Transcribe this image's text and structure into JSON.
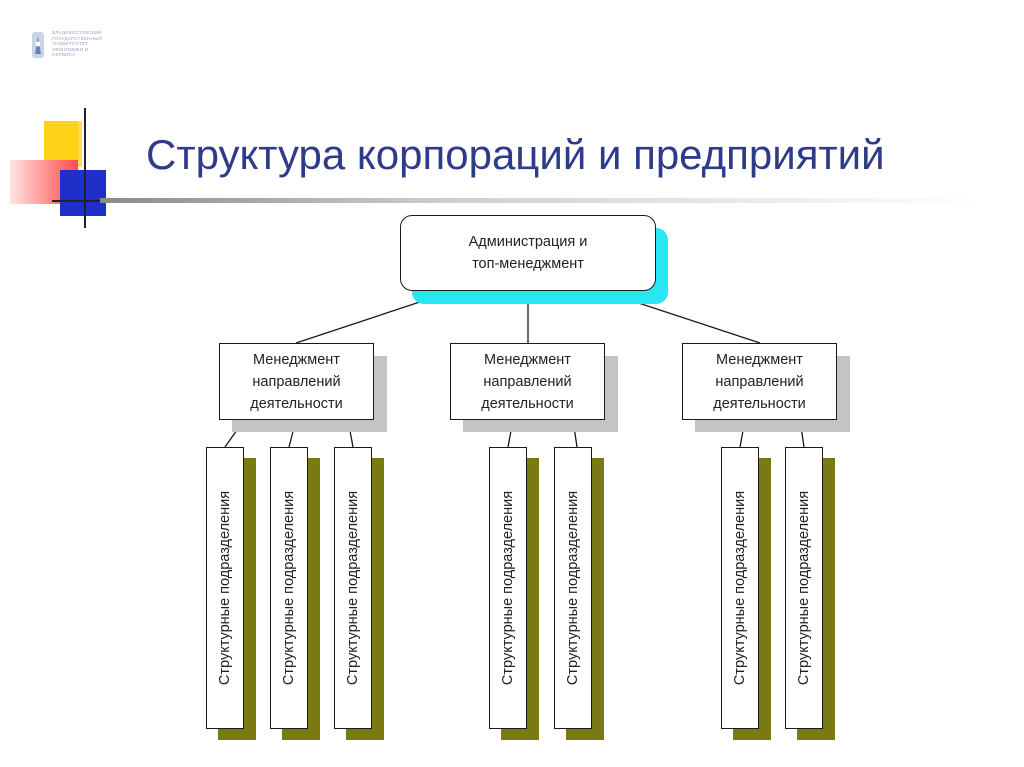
{
  "logo": {
    "lines": [
      "ВЛАДИВОСТОКСКИЙ",
      "ГОСУДАРСТВЕННЫЙ",
      "УНИВЕРСИТЕТ",
      "ЭКОНОМИКИ И",
      "СЕРВИСА"
    ],
    "color": "#9aa4c0"
  },
  "title": "Структура корпораций и предприятий",
  "colors": {
    "title": "#2e3a8a",
    "top_shadow": "#29e6f2",
    "mid_shadow": "#c4c4c4",
    "unit_shadow": "#7a7a14",
    "deco_yellow": "#ffd21a",
    "deco_red": "#ff4a4a",
    "deco_blue": "#1f2fc9"
  },
  "diagram": {
    "top": {
      "text_line1": "Администрация и",
      "text_line2": "топ-менеджмент"
    },
    "branches": [
      {
        "label_lines": [
          "Менеджмент",
          "направлений",
          "деятельности"
        ],
        "units": [
          "Структурные подразделения",
          "Структурные подразделения",
          "Структурные подразделения"
        ]
      },
      {
        "label_lines": [
          "Менеджмент",
          "направлений",
          "деятельности"
        ],
        "units": [
          "Структурные подразделения",
          "Структурные подразделения"
        ]
      },
      {
        "label_lines": [
          "Менеджмент",
          "направлений",
          "деятельности"
        ],
        "units": [
          "Структурные подразделения",
          "Структурные подразделения"
        ]
      }
    ]
  }
}
